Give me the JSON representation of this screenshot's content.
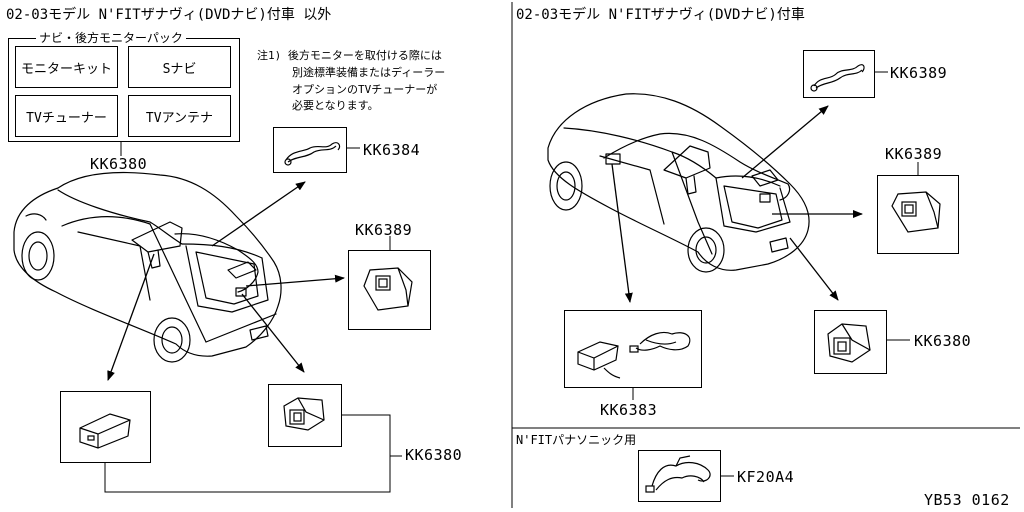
{
  "left": {
    "title": "02-03モデル N'FITザナヴィ(DVDナビ)付車 以外",
    "pack": {
      "label": "ナビ・後方モニターパック",
      "items": [
        "モニターキット",
        "Sナビ",
        "TVチューナー",
        "TVアンテナ"
      ],
      "code": "KK6380"
    },
    "note": [
      "注1) 後方モニターを取付ける際には",
      "別途標準装備またはディーラー",
      "オプションのTVチューナーが",
      "必要となります。"
    ],
    "parts": [
      "KK6384",
      "KK6389",
      "KK6380"
    ]
  },
  "right": {
    "title": "02-03モデル N'FITザナヴィ(DVDナビ)付車",
    "parts": [
      "KK6389",
      "KK6389",
      "KK6380",
      "KK6383"
    ],
    "sub_title": "N'FITパナソニック用",
    "sub_part": "KF20A4"
  },
  "figure_id": "YB53 0162"
}
